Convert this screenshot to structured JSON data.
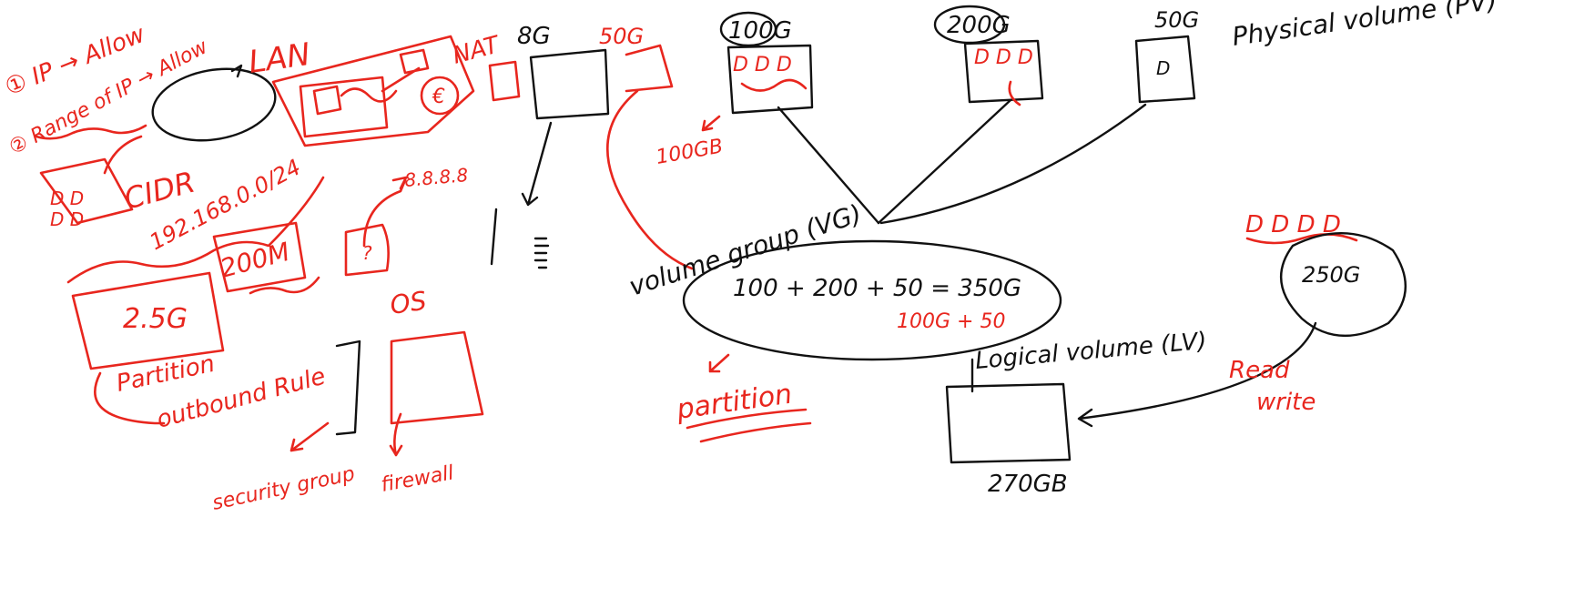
{
  "colors": {
    "red_ink": "#e8261e",
    "black_ink": "#111111",
    "background": "#ffffff"
  },
  "left": {
    "rule1": "① IP → Allow",
    "rule2": "② Range of IP → Allow",
    "lan": "LAN",
    "nat": "NAT",
    "cidr": "CIDR",
    "cidr_value": "192.168.0.0/24",
    "dns": "8.8.8.8",
    "size1": "2.5G",
    "size2": "200M",
    "partition": "Partition",
    "outbound": "outbound Rule",
    "os": "OS",
    "security_group": "security group",
    "firewall": "firewall"
  },
  "middle": {
    "disk_8g": "8G",
    "disk_50g": "50G",
    "size_100gb": "100GB"
  },
  "right": {
    "pv1": "100G",
    "pv2": "200G",
    "pv3": "50G",
    "physical_volume": "Physical volume (PV)",
    "volume_group": "volume group (VG)",
    "vg_sum": "100 + 200 + 50 = 350G",
    "vg_note": "100G + 50",
    "partition": "partition",
    "logical_volume": "Logical volume (LV)",
    "lv_size": "270GB",
    "new_disk": "250G",
    "read": "Read",
    "write": "write"
  }
}
